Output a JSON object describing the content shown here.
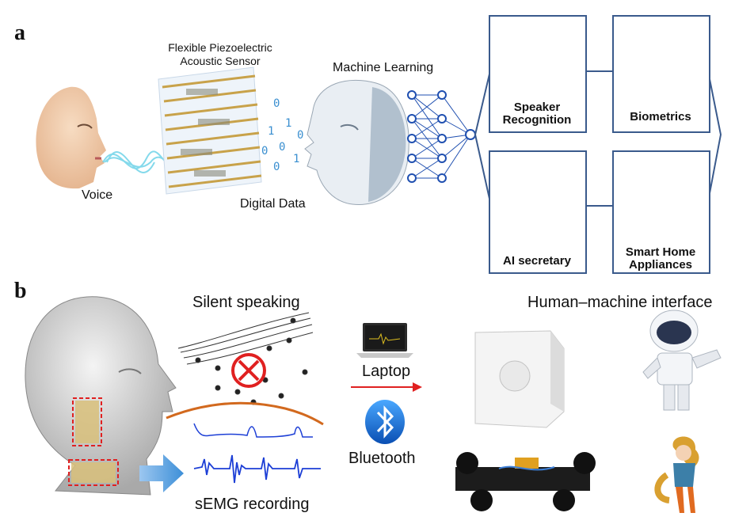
{
  "panel_a": {
    "letter": "a",
    "voice": "Voice",
    "sensor_line1": "Flexible Piezoelectric",
    "sensor_line2": "Acoustic Sensor",
    "digital_data": "Digital Data",
    "machine_learning": "Machine Learning",
    "apps": {
      "speaker_line1": "Speaker",
      "speaker_line2": "Recognition",
      "biometrics": "Biometrics",
      "ai_secretary": "AI secretary",
      "home_line1": "Smart Home",
      "home_line2": "Appliances"
    }
  },
  "panel_b": {
    "letter": "b",
    "silent_speaking": "Silent speaking",
    "semg": "sEMG recording",
    "laptop": "Laptop",
    "bluetooth": "Bluetooth",
    "hmi": "Human–machine interface"
  },
  "colors": {
    "card_border": "#3a5a8c",
    "network": "#1f4fb0",
    "arrow_red": "#e02020",
    "arrow_blue": "#3d8fd8",
    "signal_blue": "#1d3fd6",
    "signal_orange": "#d2691e",
    "skin": "#f1c9a5"
  }
}
